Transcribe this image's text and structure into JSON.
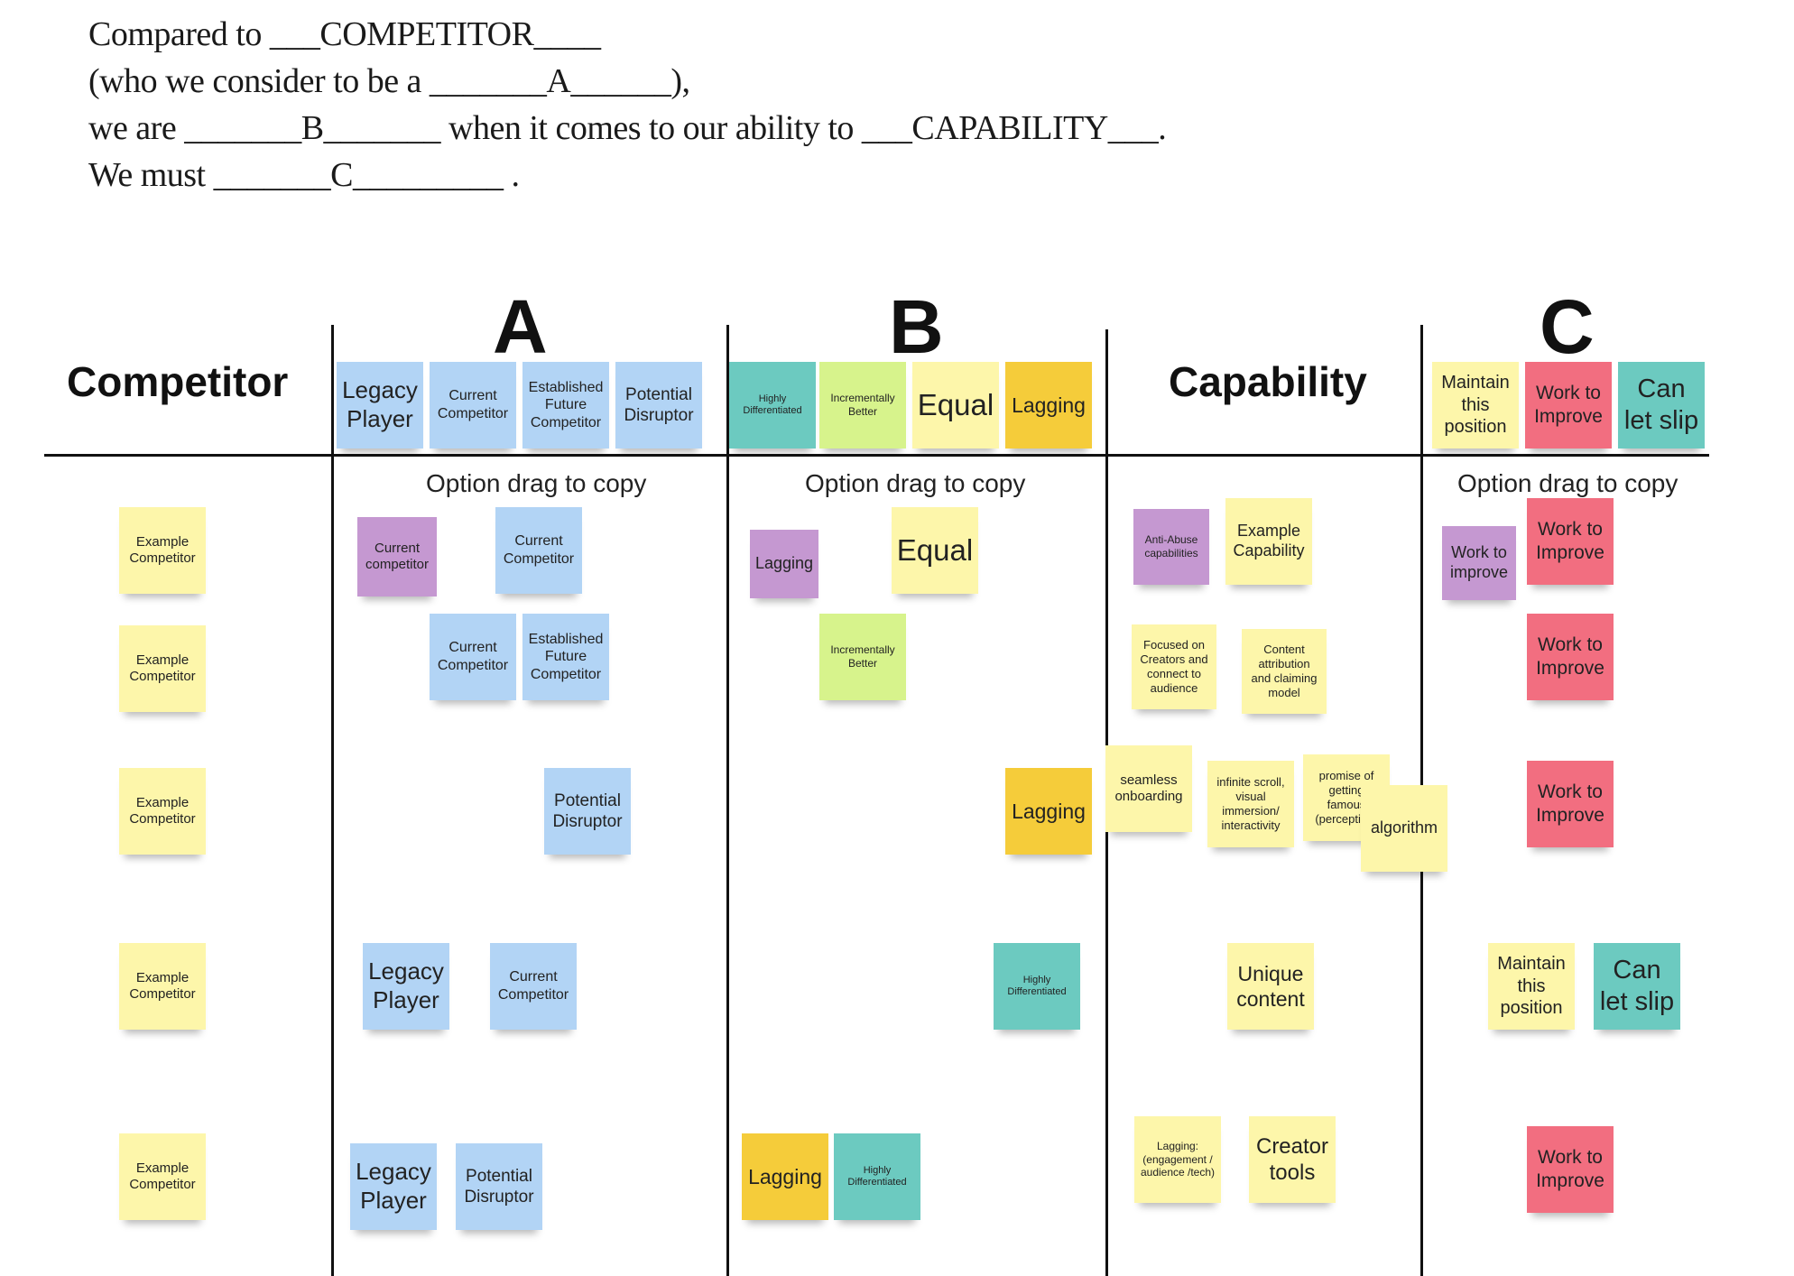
{
  "prompt": {
    "line1": "Compared to ___COMPETITOR____",
    "line2": "(who we consider to be a _______A______),",
    "line3": "we are _______B_______ when it comes to our ability to ___CAPABILITY___.",
    "line4": "We must _______C_________ ."
  },
  "colors": {
    "yellow": "#fdf6aa",
    "blue": "#b2d4f5",
    "purple": "#c598d1",
    "teal": "#6ccac0",
    "green": "#d7f38c",
    "gold": "#f5cc3a",
    "red": "#f26e80"
  },
  "columns": {
    "competitor": "Competitor",
    "a": "A",
    "b": "B",
    "capability": "Capability",
    "c": "C"
  },
  "hints": {
    "a": "Option drag to copy",
    "b": "Option drag to copy",
    "c": "Option drag to copy"
  },
  "notes": [
    {
      "id": "a-legend-legacy",
      "text": "Legacy Player",
      "color": "blue"
    },
    {
      "id": "a-legend-current",
      "text": "Current Competitor",
      "color": "blue"
    },
    {
      "id": "a-legend-established",
      "text": "Established Future Competitor",
      "color": "blue"
    },
    {
      "id": "a-legend-disruptor",
      "text": "Potential Disruptor",
      "color": "blue"
    },
    {
      "id": "b-legend-highly",
      "text": "Highly Differentiated",
      "color": "teal"
    },
    {
      "id": "b-legend-incremental",
      "text": "Incrementally Better",
      "color": "green"
    },
    {
      "id": "b-legend-equal",
      "text": "Equal",
      "color": "yellow"
    },
    {
      "id": "b-legend-lagging",
      "text": "Lagging",
      "color": "gold"
    },
    {
      "id": "c-legend-maintain",
      "text": "Maintain this position",
      "color": "yellow"
    },
    {
      "id": "c-legend-improve",
      "text": "Work to Improve",
      "color": "red"
    },
    {
      "id": "c-legend-letslip",
      "text": "Can let slip",
      "color": "teal"
    },
    {
      "id": "comp-1",
      "text": "Example Competitor",
      "color": "yellow"
    },
    {
      "id": "comp-2",
      "text": "Example Competitor",
      "color": "yellow"
    },
    {
      "id": "comp-3",
      "text": "Example Competitor",
      "color": "yellow"
    },
    {
      "id": "comp-4",
      "text": "Example Competitor",
      "color": "yellow"
    },
    {
      "id": "comp-5",
      "text": "Example Competitor",
      "color": "yellow"
    },
    {
      "id": "a-r1-current-purple",
      "text": "Current competitor",
      "color": "purple"
    },
    {
      "id": "a-r1-current",
      "text": "Current Competitor",
      "color": "blue"
    },
    {
      "id": "a-r2-current",
      "text": "Current Competitor",
      "color": "blue"
    },
    {
      "id": "a-r2-established",
      "text": "Established Future Competitor",
      "color": "blue"
    },
    {
      "id": "a-r3-disruptor",
      "text": "Potential Disruptor",
      "color": "blue"
    },
    {
      "id": "a-r4-legacy",
      "text": "Legacy Player",
      "color": "blue"
    },
    {
      "id": "a-r4-current",
      "text": "Current Competitor",
      "color": "blue"
    },
    {
      "id": "a-r5-legacy",
      "text": "Legacy Player",
      "color": "blue"
    },
    {
      "id": "a-r5-disruptor",
      "text": "Potential Disruptor",
      "color": "blue"
    },
    {
      "id": "b-r1-lagging-purple",
      "text": "Lagging",
      "color": "purple"
    },
    {
      "id": "b-r1-equal",
      "text": "Equal",
      "color": "yellow"
    },
    {
      "id": "b-r2-incremental",
      "text": "Incrementally Better",
      "color": "green"
    },
    {
      "id": "b-r3-lagging",
      "text": "Lagging",
      "color": "gold"
    },
    {
      "id": "b-r4-highly",
      "text": "Highly Differentiated",
      "color": "teal"
    },
    {
      "id": "b-r5-lagging",
      "text": "Lagging",
      "color": "gold"
    },
    {
      "id": "b-r5-highly",
      "text": "Highly Differentiated",
      "color": "teal"
    },
    {
      "id": "cap-antiabuse",
      "text": "Anti-Abuse capabilities",
      "color": "purple"
    },
    {
      "id": "cap-example",
      "text": "Example Capability",
      "color": "yellow"
    },
    {
      "id": "cap-creators",
      "text": "Focused on Creators and connect to audience",
      "color": "yellow"
    },
    {
      "id": "cap-attribution",
      "text": "Content attribution and claiming model",
      "color": "yellow"
    },
    {
      "id": "cap-onboarding",
      "text": "seamless onboarding",
      "color": "yellow"
    },
    {
      "id": "cap-scroll",
      "text": "infinite scroll, visual immersion/ interactivity",
      "color": "yellow"
    },
    {
      "id": "cap-promise",
      "text": "promise of getting famous (perception)",
      "color": "yellow"
    },
    {
      "id": "cap-algorithm",
      "text": "algorithm",
      "color": "yellow"
    },
    {
      "id": "cap-unique",
      "text": "Unique content",
      "color": "yellow"
    },
    {
      "id": "cap-lagging",
      "text": "Lagging: (engagement / audience /tech)",
      "color": "yellow"
    },
    {
      "id": "cap-creator-tools",
      "text": "Creator tools",
      "color": "yellow"
    },
    {
      "id": "c-r1-improve-purple",
      "text": "Work to improve",
      "color": "purple"
    },
    {
      "id": "c-r1-improve",
      "text": "Work to Improve",
      "color": "red"
    },
    {
      "id": "c-r2-improve",
      "text": "Work to Improve",
      "color": "red"
    },
    {
      "id": "c-r3-improve",
      "text": "Work to Improve",
      "color": "red"
    },
    {
      "id": "c-r4-maintain",
      "text": "Maintain this position",
      "color": "yellow"
    },
    {
      "id": "c-r4-letslip",
      "text": "Can let slip",
      "color": "teal"
    },
    {
      "id": "c-r5-improve",
      "text": "Work to Improve",
      "color": "red"
    }
  ]
}
